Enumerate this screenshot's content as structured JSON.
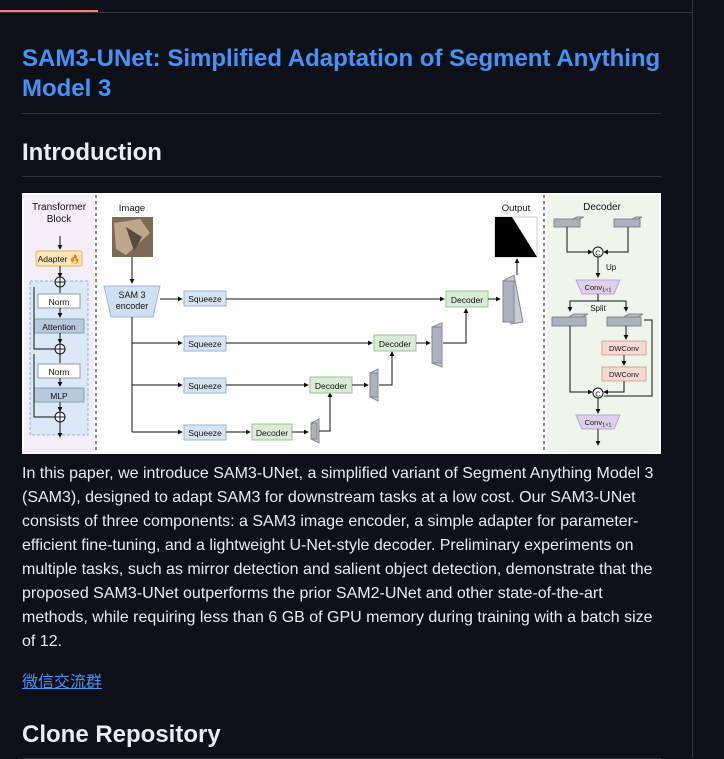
{
  "article": {
    "title": "SAM3-UNet: Simplified Adaptation of Segment Anything Model 3",
    "intro_heading": "Introduction",
    "abstract": "In this paper, we introduce SAM3-UNet, a simplified variant of Segment Anything Model 3 (SAM3), designed to adapt SAM3 for downstream tasks at a low cost. Our SAM3-UNet consists of three components: a SAM3 image encoder, a simple adapter for parameter-efficient fine-tuning, and a lightweight U-Net-style decoder. Preliminary experiments on multiple tasks, such as mirror detection and salient object detection, demonstrate that the proposed SAM3-UNet outperforms the prior SAM2-UNet and other state-of-the-art methods, while requiring less than 6 GB of GPU memory during training with a batch size of 12.",
    "wechat_link": "微信交流群",
    "clone_heading": "Clone Repository"
  },
  "figure": {
    "transformer_block_title_1": "Transformer",
    "transformer_block_title_2": "Block",
    "adapter_label": "Adapter 🔥",
    "norm_label": "Norm",
    "attention_label": "Attention",
    "mlp_label": "MLP",
    "image_label": "Image",
    "encoder_label_1": "SAM 3",
    "encoder_label_2": "encoder",
    "squeeze_label": "Squeeze",
    "decoder_label": "Decoder",
    "output_label": "Output",
    "panel_decoder_title": "Decoder",
    "up_label": "Up",
    "split_label": "Split",
    "conv_label": "Conv",
    "conv_sub": "1×1",
    "dwconv_label": "DWConv",
    "concat_symbol": "C"
  },
  "colors": {
    "link": "#4493f8",
    "background": "#0d1117",
    "border": "#30363d",
    "active_tab": "#f78166"
  }
}
